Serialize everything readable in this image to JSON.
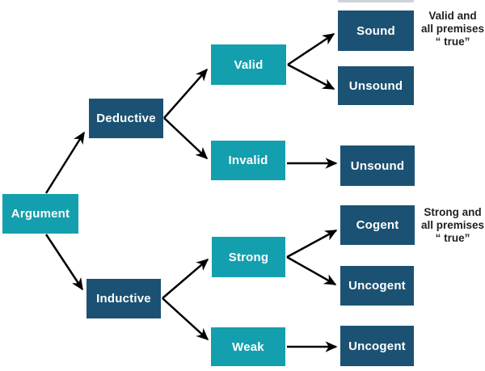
{
  "colors": {
    "teal_box": "#149fae",
    "navy_box": "#1b5273",
    "arrow": "#000000",
    "box_label_text": "#ffffff",
    "note_text": "#1f1f1f"
  },
  "nodes": {
    "argument": {
      "label": "Argument"
    },
    "deductive": {
      "label": "Deductive"
    },
    "inductive": {
      "label": "Inductive"
    },
    "valid": {
      "label": "Valid"
    },
    "invalid": {
      "label": "Invalid"
    },
    "strong": {
      "label": "Strong"
    },
    "weak": {
      "label": "Weak"
    },
    "sound": {
      "label": "Sound"
    },
    "unsound_valid": {
      "label": "Unsound"
    },
    "unsound_invalid": {
      "label": "Unsound"
    },
    "cogent": {
      "label": "Cogent"
    },
    "uncogent_strong": {
      "label": "Uncogent"
    },
    "uncogent_weak": {
      "label": "Uncogent"
    }
  },
  "notes": {
    "valid_note": {
      "lines": [
        "Valid and",
        "all premises",
        "“ true”"
      ]
    },
    "strong_note": {
      "lines": [
        "Strong and",
        "all premises",
        "“ true”"
      ]
    }
  }
}
